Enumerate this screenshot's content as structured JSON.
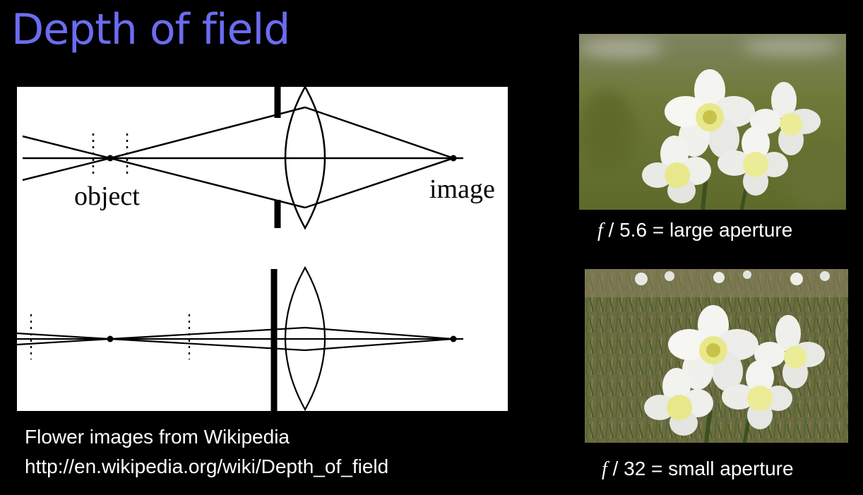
{
  "title": "Depth of field",
  "diagram": {
    "object_label": "object",
    "image_label": "image"
  },
  "photos": [
    {
      "caption_f": "f",
      "caption_rest": " / 5.6 = large aperture",
      "aperture": "large",
      "colors": {
        "background": "#6f7a3a",
        "petal": "#f4f4f0",
        "center": "#e8e88a"
      }
    },
    {
      "caption_f": "f",
      "caption_rest": " / 32 = small aperture",
      "aperture": "small",
      "colors": {
        "background": "#6d6a45",
        "petal": "#f4f4f0",
        "center": "#e8e88a"
      }
    }
  ],
  "credit": {
    "line1": "Flower images from Wikipedia",
    "line2": "http://en.wikipedia.org/wiki/Depth_of_field"
  },
  "colors": {
    "title": "#6c6cf2",
    "background": "#000000",
    "text": "#ffffff"
  }
}
